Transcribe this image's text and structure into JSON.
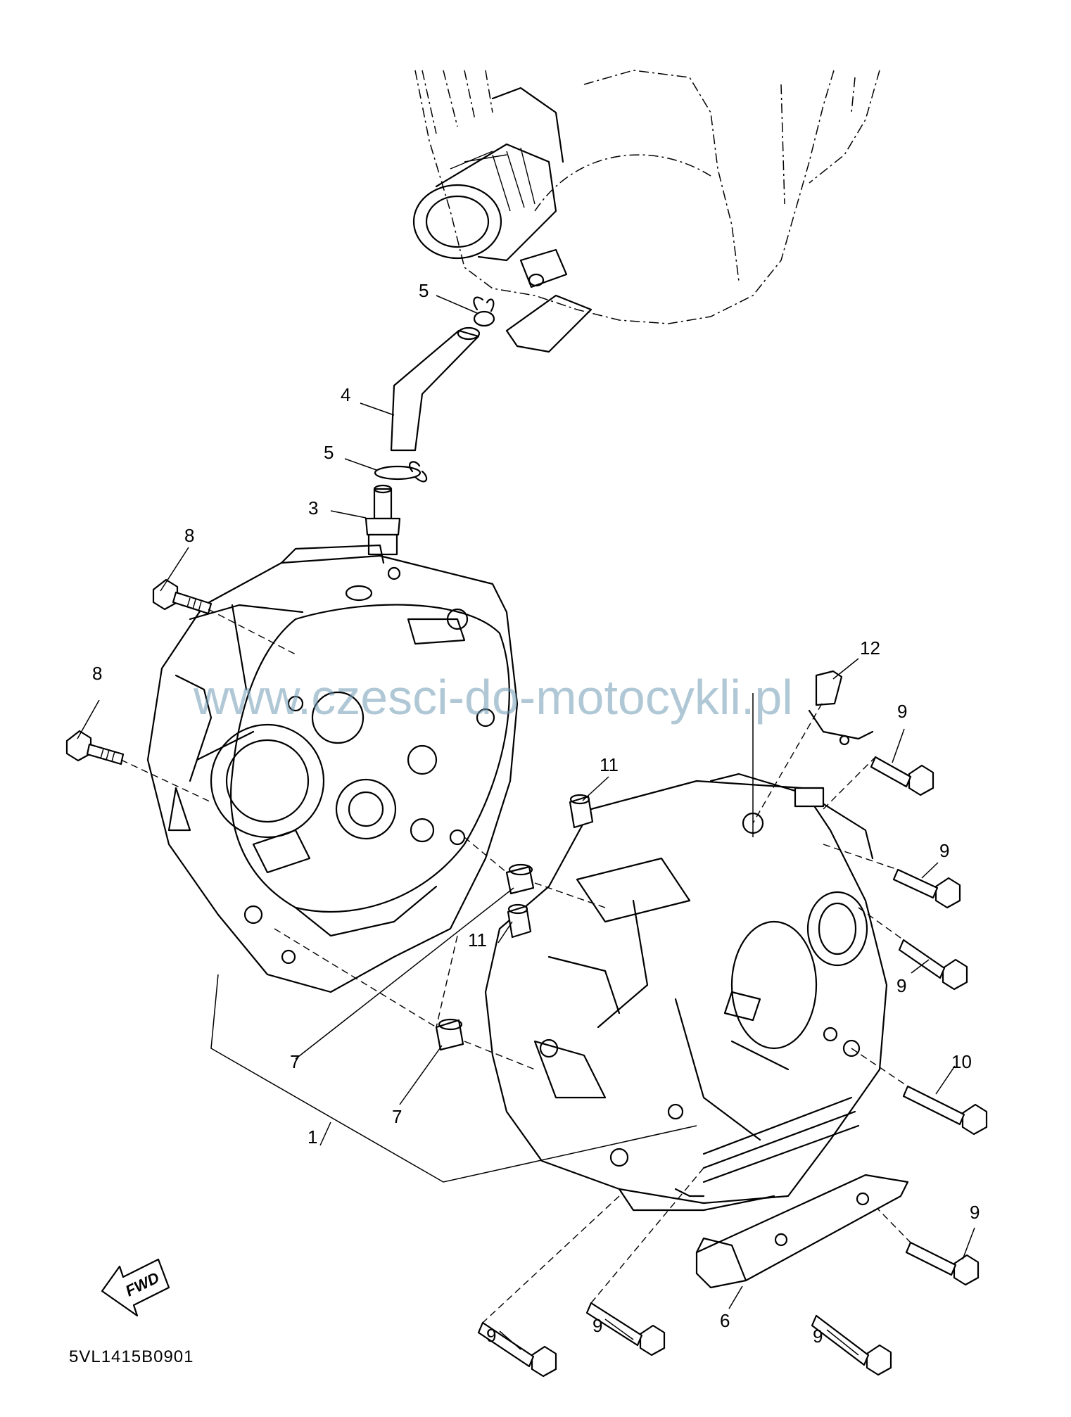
{
  "drawing_code": "5VL1415B0901",
  "watermark": "www.czesci-do-motocykli.pl",
  "fwd_label": "FWD",
  "callouts": [
    {
      "id": "c-5-top",
      "label": "5"
    },
    {
      "id": "c-4",
      "label": "4"
    },
    {
      "id": "c-5-mid",
      "label": "5"
    },
    {
      "id": "c-3",
      "label": "3"
    },
    {
      "id": "c-8-top",
      "label": "8"
    },
    {
      "id": "c-8-left",
      "label": "8"
    },
    {
      "id": "c-12",
      "label": "12"
    },
    {
      "id": "c-9-a",
      "label": "9"
    },
    {
      "id": "c-11-top",
      "label": "11"
    },
    {
      "id": "c-9-b",
      "label": "9"
    },
    {
      "id": "c-11-mid",
      "label": "11"
    },
    {
      "id": "c-9-c",
      "label": "9"
    },
    {
      "id": "c-7-a",
      "label": "7"
    },
    {
      "id": "c-10",
      "label": "10"
    },
    {
      "id": "c-7-b",
      "label": "7"
    },
    {
      "id": "c-1",
      "label": "1"
    },
    {
      "id": "c-9-d",
      "label": "9"
    },
    {
      "id": "c-9-e",
      "label": "9"
    },
    {
      "id": "c-9-f",
      "label": "9"
    },
    {
      "id": "c-6",
      "label": "6"
    },
    {
      "id": "c-9-g",
      "label": "9"
    }
  ]
}
